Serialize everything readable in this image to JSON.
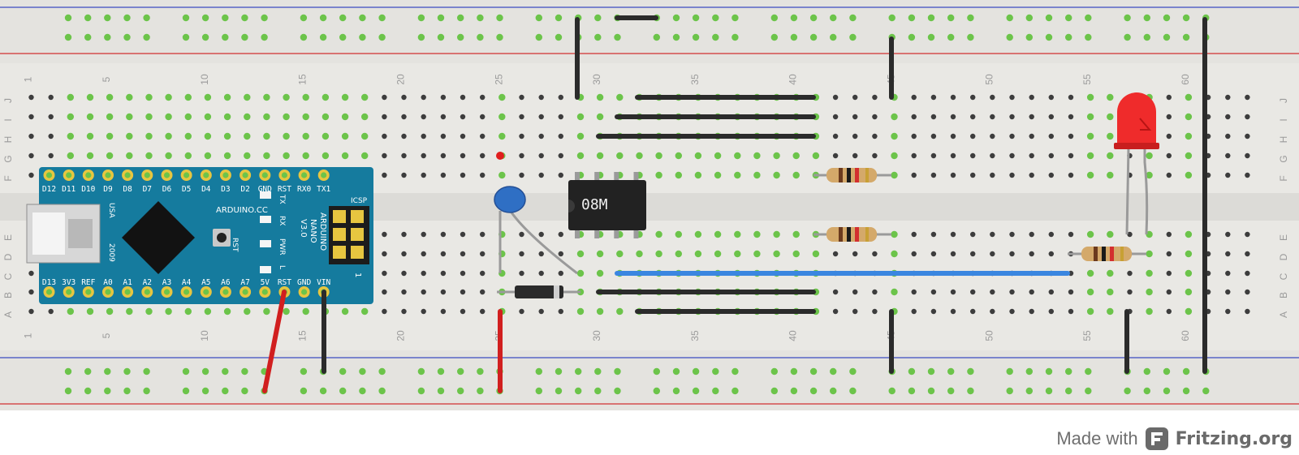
{
  "board": {
    "row_letters_top": [
      "J",
      "I",
      "H",
      "G",
      "F"
    ],
    "row_letters_bottom": [
      "E",
      "D",
      "C",
      "B",
      "A"
    ],
    "column_numbers": [
      "1",
      "5",
      "10",
      "15",
      "20",
      "25",
      "30",
      "35",
      "40",
      "45",
      "50",
      "55",
      "60"
    ]
  },
  "arduino": {
    "top_pins": [
      "D12",
      "D11",
      "D10",
      "D9",
      "D8",
      "D7",
      "D6",
      "D5",
      "D4",
      "D3",
      "D2",
      "GND",
      "RST",
      "RX0",
      "TX1"
    ],
    "bottom_pins": [
      "D13",
      "3V3",
      "REF",
      "A0",
      "A1",
      "A2",
      "A3",
      "A4",
      "A5",
      "A6",
      "A7",
      "5V",
      "RST",
      "GND",
      "VIN"
    ],
    "usa": "USA",
    "year": "2009",
    "brand": "ARDUINO.CC",
    "rst": "RST",
    "led_tx": "TX",
    "led_rx": "RX",
    "led_pwr": "PWR",
    "led_l": "L",
    "name_line1": "ARDUINO",
    "name_line2": "NANO",
    "name_line3": "V3.0",
    "icsp": "ICSP",
    "icsp_one": "1"
  },
  "ic": {
    "label": "08M"
  },
  "footer": {
    "made_with": "Made with",
    "brand": "Fritzing.org"
  },
  "colors": {
    "wire_black": "#2b2b2b",
    "wire_red": "#d11f1f",
    "wire_blue": "#3a86e0",
    "board_bg": "#e9e8e4",
    "arduino_blue": "#157b9e",
    "hole_green": "#6cc44a",
    "led_red": "#ef2b2b",
    "capacitor_blue": "#2f6fc4"
  }
}
